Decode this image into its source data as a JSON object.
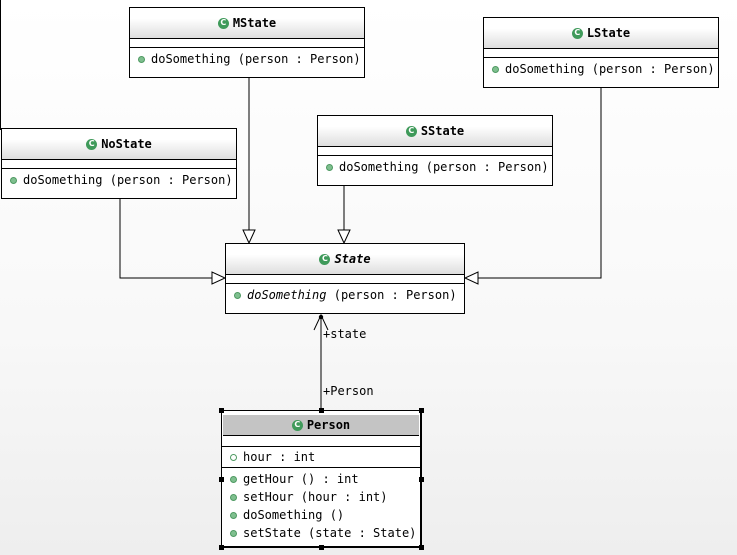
{
  "classes": {
    "mstate": {
      "name": "MState",
      "operations": [
        {
          "name": "doSomething",
          "params": "(person : Person)"
        }
      ]
    },
    "lstate": {
      "name": "LState",
      "operations": [
        {
          "name": "doSomething",
          "params": "(person : Person)"
        }
      ]
    },
    "nostate": {
      "name": "NoState",
      "operations": [
        {
          "name": "doSomething",
          "params": "(person : Person)"
        }
      ]
    },
    "sstate": {
      "name": "SState",
      "operations": [
        {
          "name": "doSomething",
          "params": "(person : Person)"
        }
      ]
    },
    "state": {
      "name": "State",
      "abstract": true,
      "operations": [
        {
          "name": "doSomething",
          "params": "(person : Person)"
        }
      ]
    },
    "person": {
      "name": "Person",
      "attributes": [
        {
          "text": "hour : int"
        }
      ],
      "operations": [
        {
          "text": "getHour () : int"
        },
        {
          "text": "setHour (hour : int)"
        },
        {
          "text": "doSomething ()"
        },
        {
          "text": "setState (state : State)"
        }
      ]
    }
  },
  "association": {
    "state_end": "+state",
    "person_end": "+Person"
  },
  "icon_letter": "C",
  "colors": {
    "class_icon": "#3f9a5a",
    "operation_dot": "#7fbf8f",
    "selected_header": "#c4c4c4"
  }
}
